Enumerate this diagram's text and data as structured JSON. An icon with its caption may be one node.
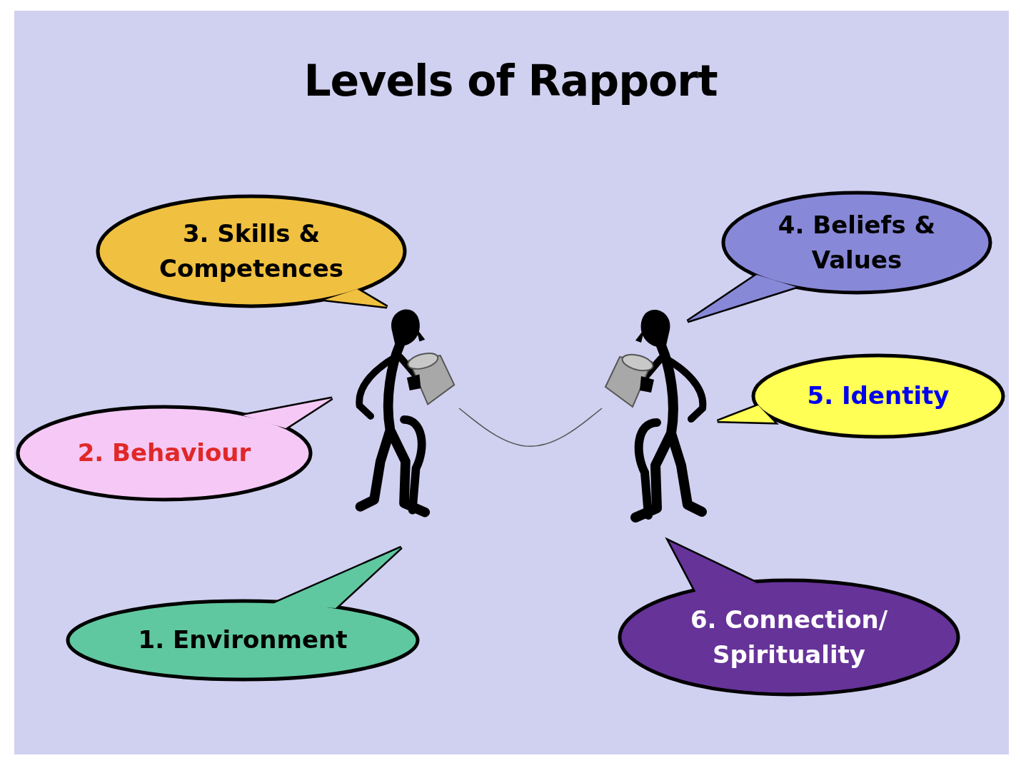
{
  "diagram": {
    "title": "Levels of Rapport",
    "nodes": [
      {
        "text": [
          "3. Skills & Competences"
        ]
      },
      {
        "text": [
          "4. Beliefs & Values"
        ]
      },
      {
        "text": [
          "5. Identity"
        ]
      },
      {
        "text": [
          "2. Behaviour"
        ]
      },
      {
        "text": [
          "1. Environment"
        ]
      },
      {
        "text": [
          "6. Connection/ Spirituality"
        ]
      },
      {
        "text": [],
        "shape": "person"
      },
      {
        "text": [],
        "shape": "person"
      }
    ],
    "edges": [
      {
        "from": 6,
        "to": 7,
        "arrow": "none"
      }
    ]
  }
}
